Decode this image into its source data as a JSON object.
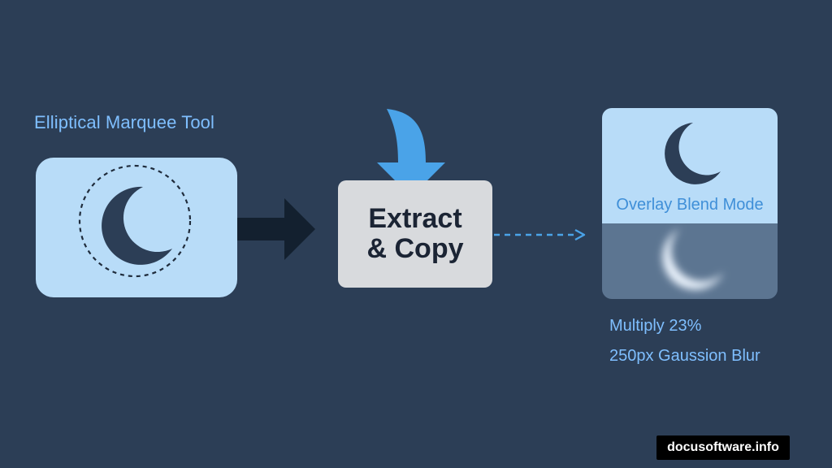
{
  "source": {
    "label": "Elliptical Marquee Tool",
    "icon": "crescent-moon-icon"
  },
  "process": {
    "line1": "Extract",
    "line2": "& Copy"
  },
  "result": {
    "overlay_label": "Overlay Blend Mode",
    "settings": [
      "Multiply 23%",
      "250px Gaussion Blur"
    ]
  },
  "watermark": "docusoftware.info",
  "colors": {
    "background": "#2c3e56",
    "panel_light": "#b8dcf8",
    "accent_blue": "#7fbfff",
    "arrow_dark": "#13202f",
    "arrow_blue": "#4aa3e8",
    "moon": "#2c3e56"
  }
}
